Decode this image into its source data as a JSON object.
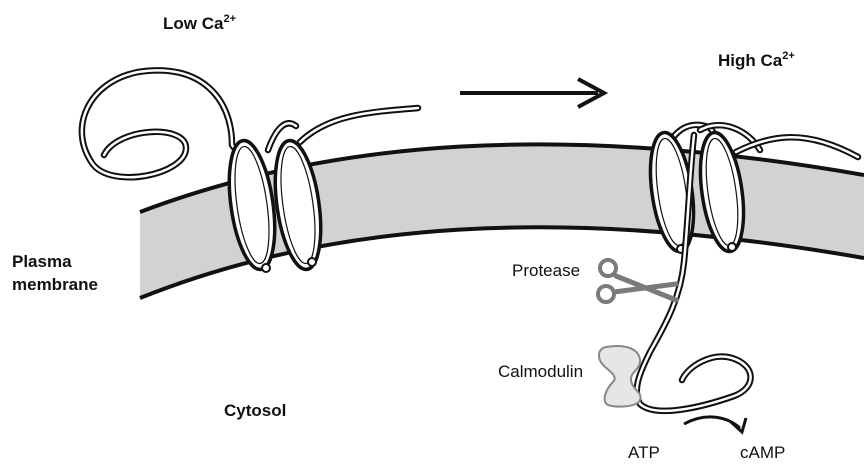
{
  "labels": {
    "low_ca": "Low Ca",
    "low_ca_sup": "2+",
    "high_ca": "High Ca",
    "high_ca_sup": "2+",
    "plasma_membrane_line1": "Plasma",
    "plasma_membrane_line2": "membrane",
    "cytosol": "Cytosol",
    "protease": "Protease",
    "calmodulin": "Calmodulin",
    "atp": "ATP",
    "camp": "cAMP"
  },
  "colors": {
    "membrane_fill": "#d2d2d2",
    "outline": "#111111",
    "scissors": "#7a7a7a",
    "calmodulin_fill": "#e6e6e6"
  }
}
